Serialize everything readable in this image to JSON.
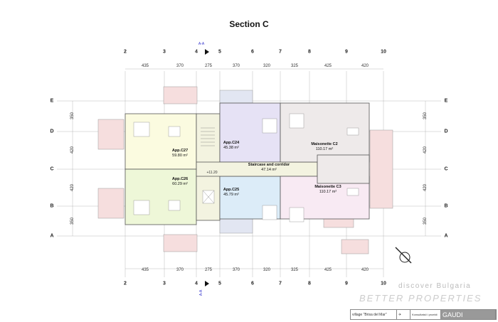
{
  "title": "Section C",
  "section_marker": "A-A",
  "grid_columns": [
    "2",
    "3",
    "4",
    "5",
    "6",
    "7",
    "8",
    "9",
    "10"
  ],
  "column_dimensions": [
    "435",
    "370",
    "275",
    "370",
    "320",
    "325",
    "425",
    "420"
  ],
  "grid_rows": [
    "E",
    "D",
    "C",
    "B",
    "A"
  ],
  "row_dimensions": [
    "350",
    "420",
    "420",
    "350"
  ],
  "rooms": [
    {
      "name": "App.C27",
      "area": "59.80 m²"
    },
    {
      "name": "App.C26",
      "area": "60.29 m²"
    },
    {
      "name": "App.C24",
      "area": "45.38 m²"
    },
    {
      "name": "App.C25",
      "area": "45.79 m²"
    },
    {
      "name": "Staircase and corridor",
      "area": "47.14 m²"
    },
    {
      "name": "Maisonette C2",
      "area": "110.17 m²"
    },
    {
      "name": "Maisonette C3",
      "area": "110.17 m²"
    }
  ],
  "level_mark": "+11.20",
  "watermark": {
    "line1": "discover Bulgaria",
    "line2": "BETTER PROPERTIES"
  },
  "title_block": {
    "location": "village \"Brisa del Mar\"",
    "note": "Konsultatsii i proekti",
    "brand": "GAUDI"
  },
  "colors": {
    "c27": "#fbfbe0",
    "c26": "#eef7d8",
    "c24": "#e6e2f5",
    "c25": "#dcecf8",
    "corridor": "#f3f3e0",
    "c2": "#eeeaea",
    "c3": "#f8eaf3"
  }
}
